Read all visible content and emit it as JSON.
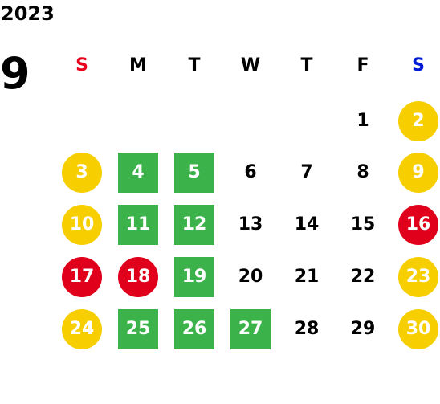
{
  "header": {
    "year": "2023",
    "month": "9"
  },
  "colors": {
    "sunday_text": "#E8001C",
    "saturday_text": "#0019D4",
    "weekday_text": "#000000",
    "weekend": "#F7CF00",
    "holiday": "#E0001B",
    "green": "#3BB34A"
  },
  "weekdays": [
    {
      "label": "S",
      "kind": "sun"
    },
    {
      "label": "M",
      "kind": "day"
    },
    {
      "label": "T",
      "kind": "day"
    },
    {
      "label": "W",
      "kind": "day"
    },
    {
      "label": "T",
      "kind": "day"
    },
    {
      "label": "F",
      "kind": "day"
    },
    {
      "label": "S",
      "kind": "sat"
    }
  ],
  "weeks": [
    [
      null,
      null,
      null,
      null,
      null,
      {
        "label": "1",
        "mark": "none"
      },
      {
        "label": "2",
        "mark": "weekend"
      }
    ],
    [
      {
        "label": "3",
        "mark": "weekend"
      },
      {
        "label": "4",
        "mark": "green"
      },
      {
        "label": "5",
        "mark": "green"
      },
      {
        "label": "6",
        "mark": "none"
      },
      {
        "label": "7",
        "mark": "none"
      },
      {
        "label": "8",
        "mark": "none"
      },
      {
        "label": "9",
        "mark": "weekend"
      }
    ],
    [
      {
        "label": "10",
        "mark": "weekend"
      },
      {
        "label": "11",
        "mark": "green"
      },
      {
        "label": "12",
        "mark": "green"
      },
      {
        "label": "13",
        "mark": "none"
      },
      {
        "label": "14",
        "mark": "none"
      },
      {
        "label": "15",
        "mark": "none"
      },
      {
        "label": "16",
        "mark": "holiday"
      }
    ],
    [
      {
        "label": "17",
        "mark": "holiday"
      },
      {
        "label": "18",
        "mark": "holiday"
      },
      {
        "label": "19",
        "mark": "green"
      },
      {
        "label": "20",
        "mark": "none"
      },
      {
        "label": "21",
        "mark": "none"
      },
      {
        "label": "22",
        "mark": "none"
      },
      {
        "label": "23",
        "mark": "weekend"
      }
    ],
    [
      {
        "label": "24",
        "mark": "weekend"
      },
      {
        "label": "25",
        "mark": "green"
      },
      {
        "label": "26",
        "mark": "green"
      },
      {
        "label": "27",
        "mark": "green"
      },
      {
        "label": "28",
        "mark": "none"
      },
      {
        "label": "29",
        "mark": "none"
      },
      {
        "label": "30",
        "mark": "weekend"
      }
    ]
  ]
}
